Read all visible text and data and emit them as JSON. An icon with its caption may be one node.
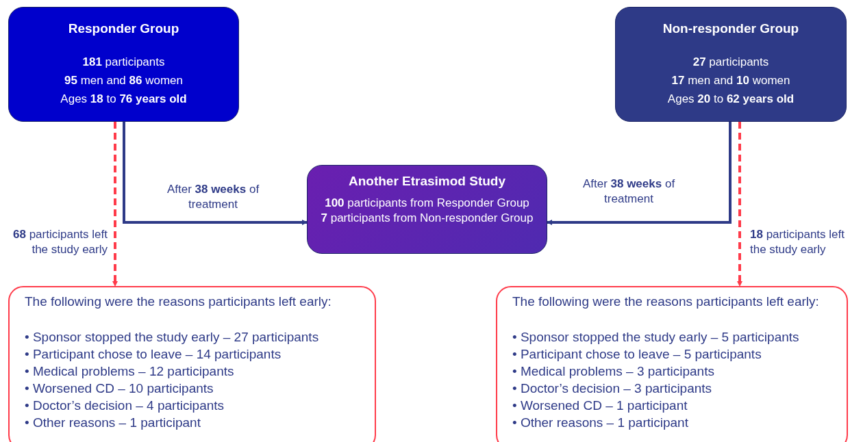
{
  "diagram": {
    "nodes": [
      {
        "text": [
          "Responder Group",
          "**181** participants",
          "**95** men and **86** women",
          "Ages **18** to **76 years old**"
        ]
      },
      {
        "text": [
          "Non-responder Group",
          "**27** participants",
          "**17** men and **10** women",
          "Ages **20** to **62 years old**"
        ]
      },
      {
        "text": [
          "Another Etrasimod Study",
          "**100** participants from Responder Group",
          "**7** participants from Non-responder Group"
        ]
      },
      {
        "text": [
          "The following were the reasons participants left early:",
          "• Sponsor stopped the study early – 27 participants",
          "• Participant chose to leave – 14 participants",
          "• Medical problems – 12 participants",
          "• Worsened CD – 10 participants",
          "• Doctor’s decision – 4 participants",
          "• Other reasons – 1 participant"
        ]
      },
      {
        "text": [
          "The following were the reasons participants left early:",
          "• Sponsor stopped the study early – 5 participants",
          "• Participant chose to leave – 5 participants",
          "• Medical problems – 3 participants",
          "• Doctor’s decision – 3 participants",
          "• Worsened CD – 1 participant",
          "• Other reasons – 1 participant"
        ]
      }
    ],
    "edges": [
      {
        "from": 0,
        "to": 2,
        "arrow": "to",
        "label": "After **38 weeks** of treatment"
      },
      {
        "from": 1,
        "to": 2,
        "arrow": "to",
        "label": "After **38 weeks** of treatment"
      },
      {
        "from": 0,
        "to": 3,
        "arrow": "to",
        "label": "**68** participants left the study early",
        "style": "dashed",
        "color": "#ff3b4a"
      },
      {
        "from": 1,
        "to": 4,
        "arrow": "to",
        "label": "**18** participants left the study early",
        "style": "dashed",
        "color": "#ff3b4a"
      }
    ]
  }
}
